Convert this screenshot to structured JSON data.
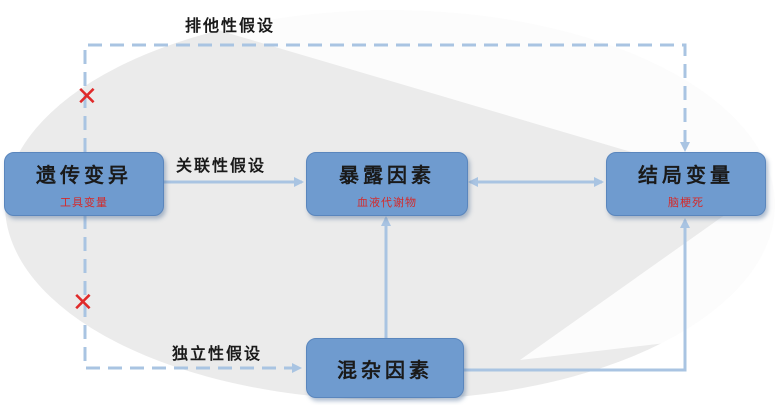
{
  "nodes": {
    "genetic_variant": {
      "title": "遗传变异",
      "subtitle": "工具变量"
    },
    "exposure": {
      "title": "暴露因素",
      "subtitle": "血液代谢物"
    },
    "outcome": {
      "title": "结局变量",
      "subtitle": "脑梗死"
    },
    "confounder": {
      "title": "混杂因素"
    }
  },
  "labels": {
    "exclusion": "排他性假设",
    "relevance": "关联性假设",
    "independence": "独立性假设"
  },
  "colors": {
    "node_fill": "#6f9bcf",
    "arrow": "#a9c4e2",
    "violation_mark": "#e02a2a"
  },
  "marks": {
    "violation": "✕"
  }
}
